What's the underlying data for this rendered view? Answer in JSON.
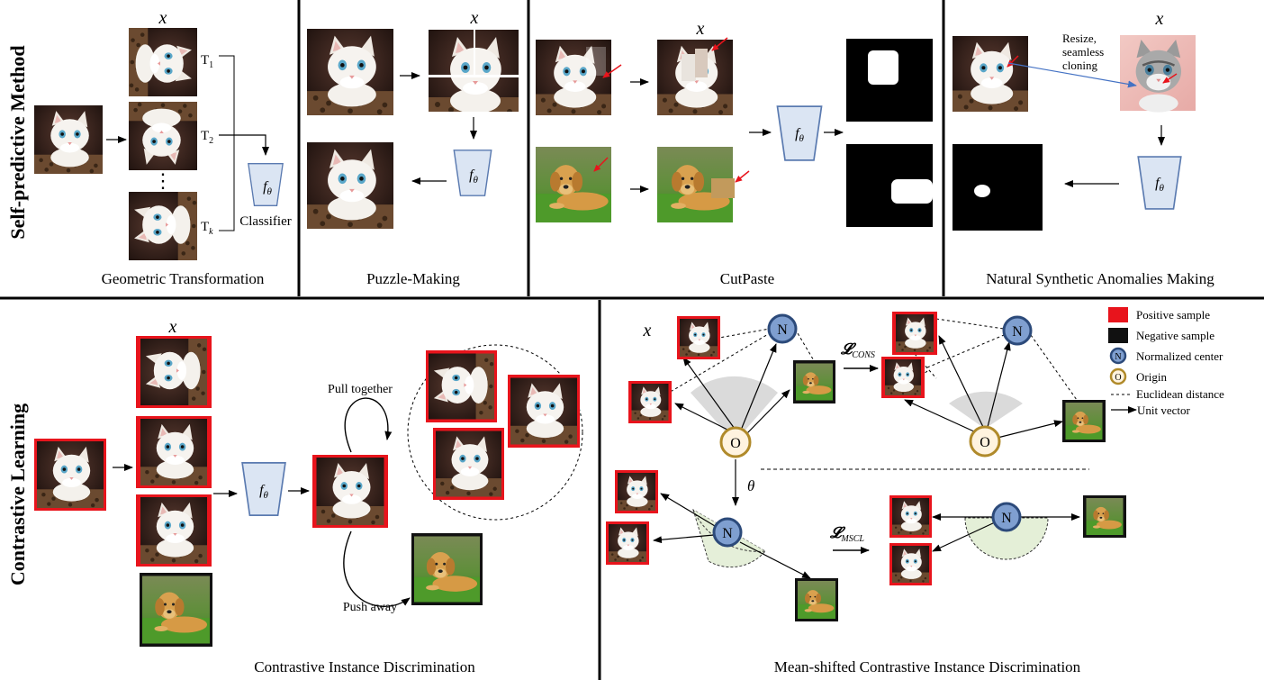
{
  "row_labels": {
    "top": "Self-predictive Method",
    "bottom": "Contrastive Learning"
  },
  "panels": {
    "geometric": {
      "caption": "Geometric Transformation",
      "x_label": "x",
      "transforms": [
        "T",
        "T",
        "T"
      ],
      "transform_subs": [
        "1",
        "2",
        "k"
      ],
      "dots": "⋮",
      "classifier": "Classifier"
    },
    "puzzle": {
      "caption": "Puzzle-Making",
      "x_label": "x"
    },
    "cutpaste": {
      "caption": "CutPaste",
      "x_label": "x"
    },
    "natural": {
      "caption": "Natural Synthetic Anomalies Making",
      "x_label": "x",
      "note_lines": [
        "Resize,",
        "seamless",
        "cloning"
      ]
    },
    "contrastive": {
      "caption": "Contrastive Instance Discrimination",
      "x_label": "x",
      "pull": "Pull together",
      "push": "Push away"
    },
    "mean_shift": {
      "caption": "Mean-shifted Contrastive Instance Discrimination",
      "x_label": "x",
      "theta": "θ",
      "loss_cons": "𝓛",
      "loss_cons_sub": "CONS",
      "loss_mscl": "𝓛",
      "loss_mscl_sub": "MSCL",
      "node_n": "N",
      "node_o": "O"
    }
  },
  "encoder": {
    "symbol": "f",
    "sub": "θ"
  },
  "legend": {
    "positive": "Positive sample",
    "negative": "Negative sample",
    "center": "Normalized center",
    "origin": "Origin",
    "euclid": "Euclidean distance",
    "unit": "Unit vector"
  },
  "colors": {
    "positive": "#e8141c",
    "negative": "#111111",
    "encoder_fill": "#dbe5f3",
    "encoder_stroke": "#5a7ab0",
    "n_fill": "#7f9fd0",
    "n_stroke": "#2c4a7a",
    "o_fill": "#fff3df",
    "o_stroke": "#b08a2a",
    "fan_gray": "#d6d6d6",
    "fan_green": "#e4efd7",
    "cloning_arrow": "#4472c4"
  }
}
